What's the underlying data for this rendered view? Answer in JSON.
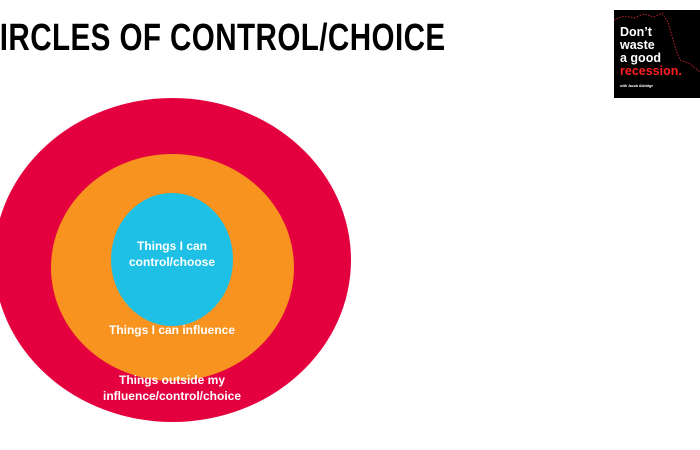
{
  "title": "CIRCLES OF CONTROL/CHOICE",
  "circles": {
    "inner": {
      "label_line1": "Things I can",
      "label_line2": "control/choose",
      "color": "#1ec0e6"
    },
    "middle": {
      "label": "Things I can influence",
      "color": "#f7931e"
    },
    "outer": {
      "label_line1": "Things outside my",
      "label_line2": "influence/control/choice",
      "color": "#e4003f"
    }
  },
  "logo": {
    "line1": "Don’t",
    "line2": "waste",
    "line3": "a good",
    "line4": "recession.",
    "byline": "with Jacob Aldridge"
  }
}
